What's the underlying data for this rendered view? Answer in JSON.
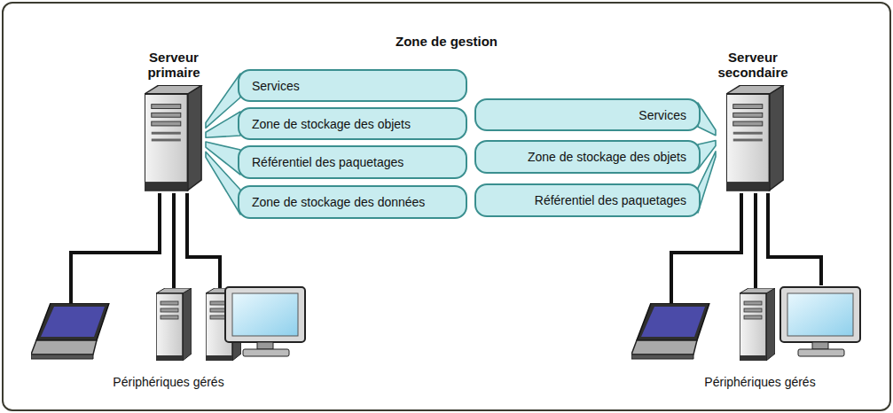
{
  "diagram": {
    "nodes": [
      {
        "text": [
          "Zone de gestion"
        ]
      },
      {
        "text": [
          "Serveur primaire"
        ],
        "in": 0
      },
      {
        "text": [
          "Services"
        ],
        "in": 0
      },
      {
        "text": [
          "Zone de stockage des objets"
        ],
        "in": 0
      },
      {
        "text": [
          "Référentiel des paquetages"
        ],
        "in": 0
      },
      {
        "text": [
          "Zone de stockage des données"
        ],
        "in": 0
      },
      {
        "text": [
          "Serveur secondaire"
        ],
        "in": 0
      },
      {
        "text": [
          "Services"
        ],
        "in": 0
      },
      {
        "text": [
          "Zone de stockage des objets"
        ],
        "in": 0
      },
      {
        "text": [
          "Référentiel des paquetages"
        ],
        "in": 0
      }
    ],
    "edges": [
      {
        "from": 1,
        "to": 2,
        "arrow": "none"
      },
      {
        "from": 1,
        "to": 3,
        "arrow": "none"
      },
      {
        "from": 1,
        "to": 4,
        "arrow": "none"
      },
      {
        "from": 1,
        "to": 5,
        "arrow": "none"
      },
      {
        "from": 6,
        "to": 7,
        "arrow": "none"
      },
      {
        "from": 6,
        "to": 8,
        "arrow": "none"
      },
      {
        "from": 6,
        "to": 9,
        "arrow": "none"
      }
    ],
    "labels": [
      "Périphériques gérés",
      "Périphériques gérés"
    ]
  }
}
